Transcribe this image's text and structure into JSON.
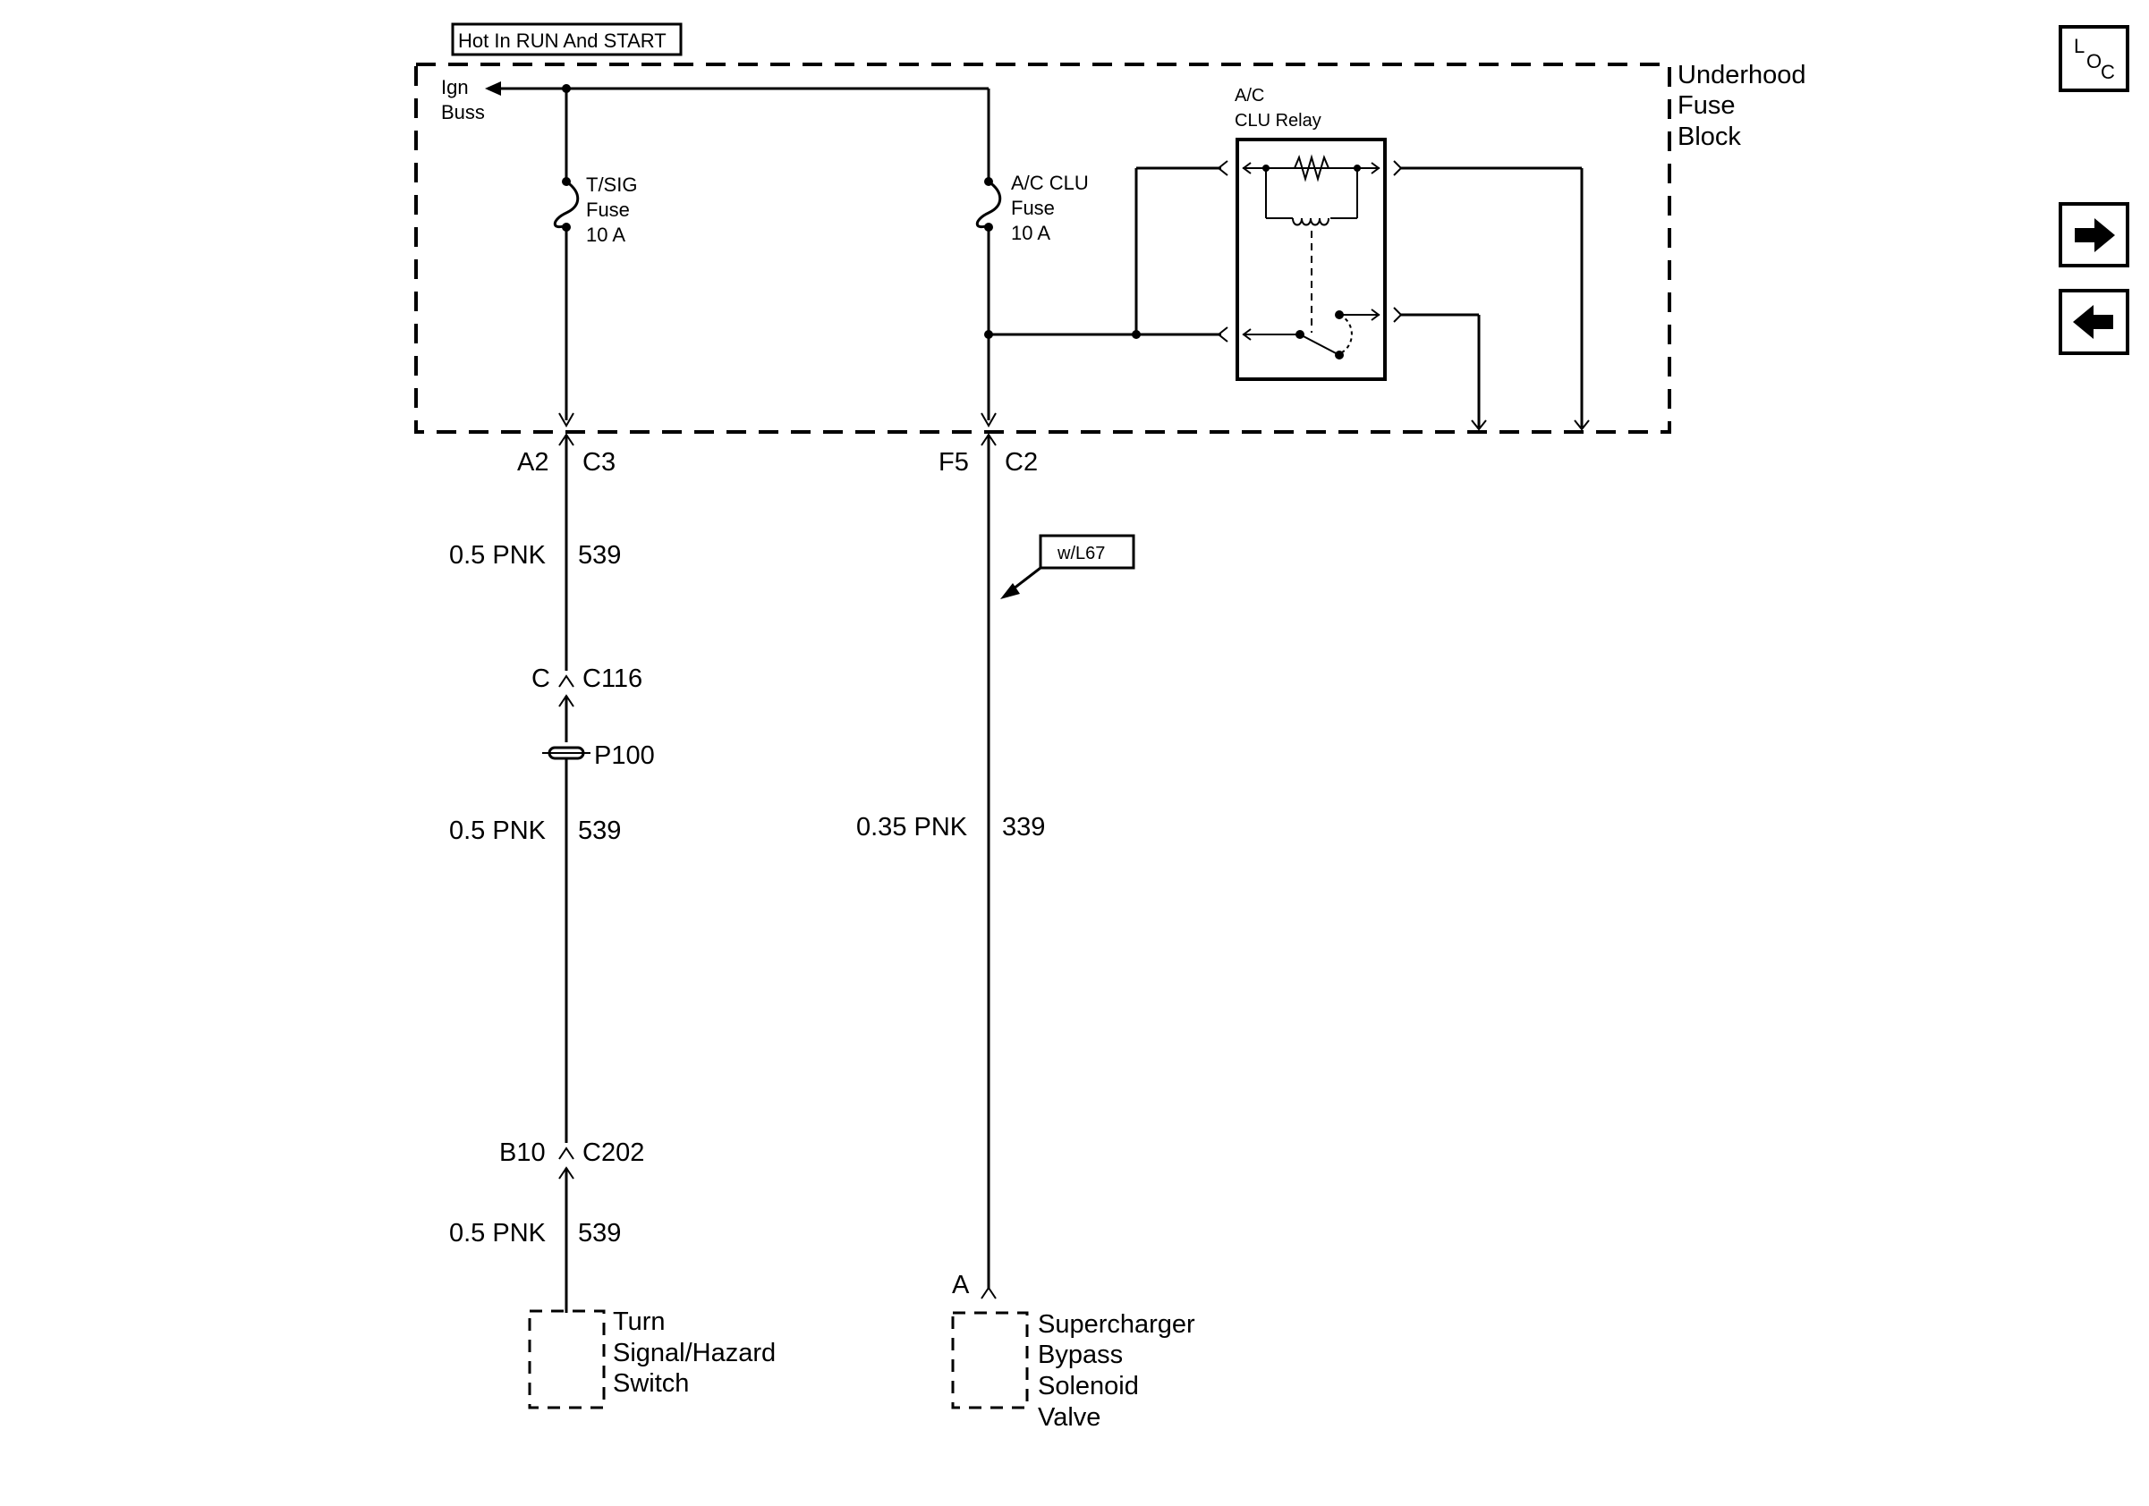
{
  "hot_label": "Hot In RUN And START",
  "fuse_block": {
    "line1": "Underhood",
    "line2": "Fuse",
    "line3": "Block"
  },
  "ign_buss": {
    "line1": "Ign",
    "line2": "Buss"
  },
  "tsig_fuse": {
    "line1": "T/SIG",
    "line2": "Fuse",
    "line3": "10 A"
  },
  "ac_fuse": {
    "line1": "A/C CLU",
    "line2": "Fuse",
    "line3": "10 A"
  },
  "relay": {
    "line1": "A/C",
    "line2": "CLU Relay"
  },
  "left_circuit": {
    "conn_top_pin": "A2",
    "conn_top_id": "C3",
    "wire1_gauge": "0.5 PNK",
    "wire1_circuit": "539",
    "conn_mid_pin": "C",
    "conn_mid_id": "C116",
    "splice": "P100",
    "wire2_gauge": "0.5 PNK",
    "wire2_circuit": "539",
    "conn_low_pin": "B10",
    "conn_low_id": "C202",
    "wire3_gauge": "0.5 PNK",
    "wire3_circuit": "539",
    "component": {
      "line1": "Turn",
      "line2": "Signal/Hazard",
      "line3": "Switch"
    }
  },
  "right_circuit": {
    "conn_top_pin": "F5",
    "conn_top_id": "C2",
    "option": "w/L67",
    "wire_gauge": "0.35 PNK",
    "wire_circuit": "339",
    "comp_pin": "A",
    "component": {
      "line1": "Supercharger",
      "line2": "Bypass",
      "line3": "Solenoid",
      "line4": "Valve"
    }
  },
  "nav": {
    "loc_l": "L",
    "loc_o": "O",
    "loc_c": "C",
    "next_icon": "arrow-right-icon",
    "prev_icon": "arrow-left-icon"
  }
}
